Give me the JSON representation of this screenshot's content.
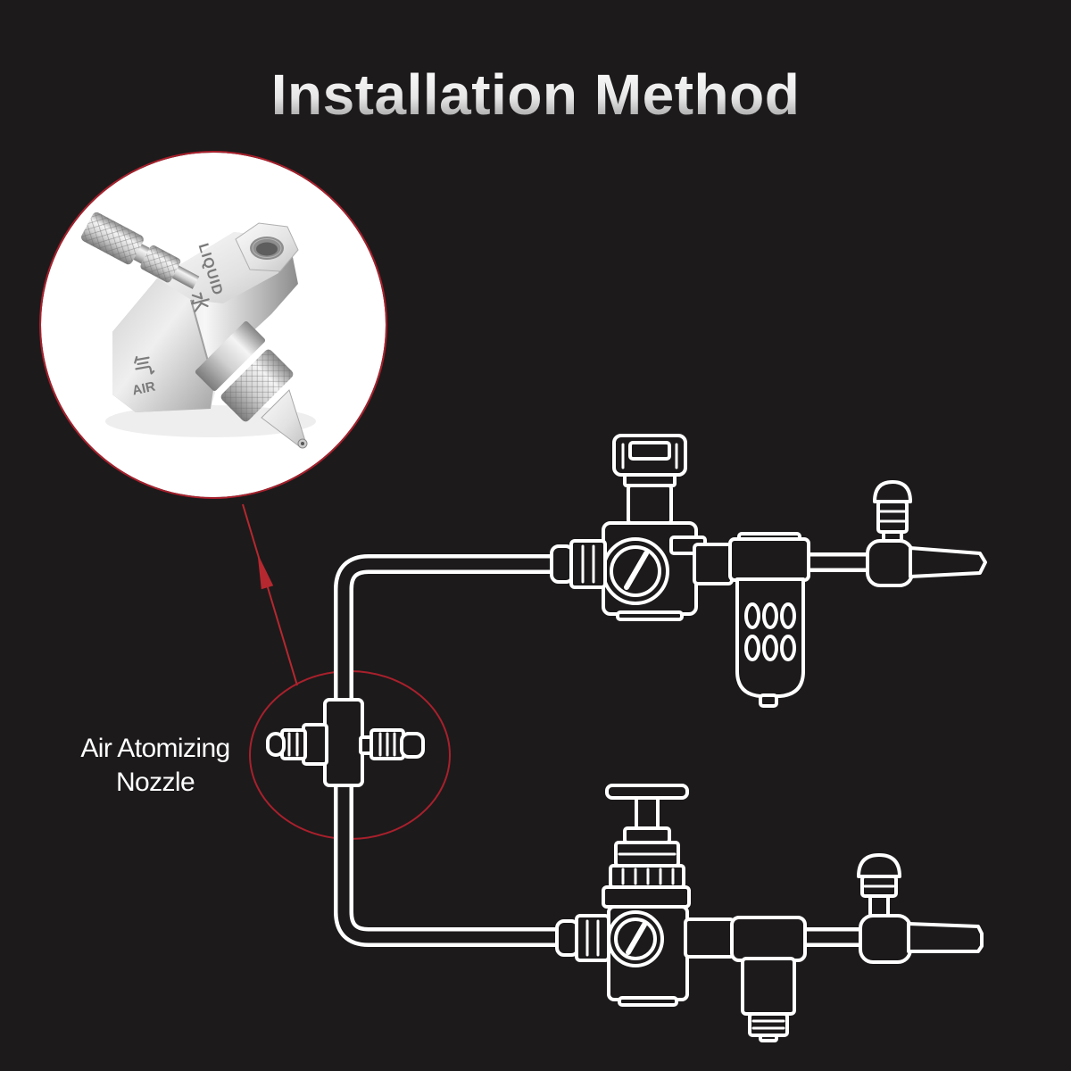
{
  "title": "Installation Method",
  "label": {
    "line1": "Air Atomizing",
    "line2": "Nozzle"
  },
  "nozzle_photo": {
    "engraving": {
      "liquid": "LIQUID",
      "air": "AIR"
    },
    "stamped_symbols": {
      "liquid": "水",
      "air": "气"
    }
  },
  "colors": {
    "background": "#1c1a1b",
    "accent": "#a8202c",
    "line_art": "#ffffff",
    "title_top": "#ffffff",
    "title_bottom": "#8d8d8d"
  },
  "icons": {
    "nozzle": "air-atomizing-nozzle-icon",
    "regulator": "pressure-regulator-icon",
    "filter": "air-filter-icon",
    "valve": "ball-valve-icon",
    "strainer": "y-strainer-icon",
    "arrow": "arrow-up-icon"
  }
}
